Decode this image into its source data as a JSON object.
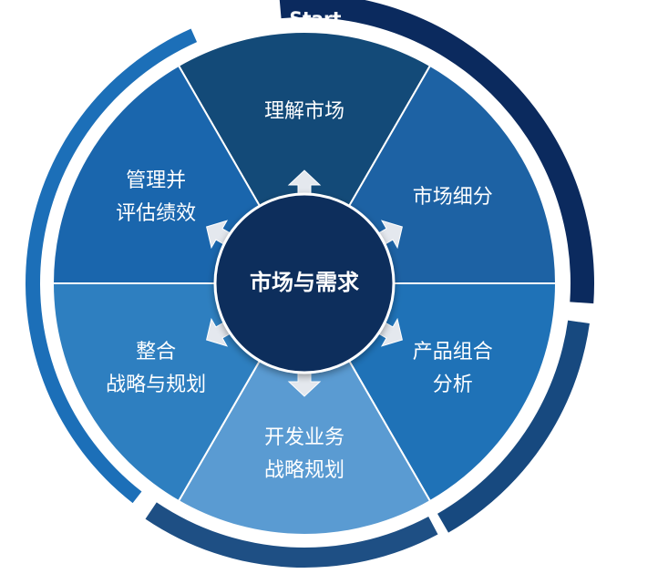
{
  "start_label": "Start",
  "center_label": "市场与需求",
  "colors": {
    "outer_top_right": "#0b2a5e",
    "outer_right": "#17497f",
    "outer_bottom": "#1e4f84",
    "outer_left": "#1c6fb8",
    "arrow": "#e4e8ee",
    "hub": "#0d2d5c"
  },
  "segments": [
    {
      "lines": [
        "理解市场"
      ],
      "color": "#134a78"
    },
    {
      "lines": [
        "市场细分"
      ],
      "color": "#1d62a4"
    },
    {
      "lines": [
        "产品组合",
        "分析"
      ],
      "color": "#1f72b7"
    },
    {
      "lines": [
        "开发业务",
        "战略规划"
      ],
      "color": "#5a9bd2"
    },
    {
      "lines": [
        "整合",
        "战略与规划"
      ],
      "color": "#2e7fc0"
    },
    {
      "lines": [
        "管理并",
        "评估绩效"
      ],
      "color": "#1a66ad"
    }
  ]
}
